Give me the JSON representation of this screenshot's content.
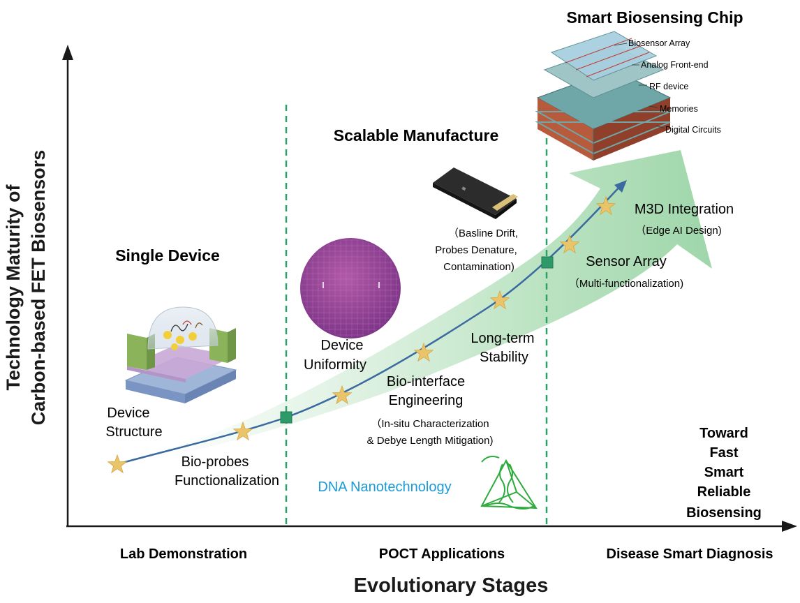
{
  "axes": {
    "y_label_line1": "Technology Maturity of",
    "y_label_line2": "Carbon-based FET Biosensors",
    "x_label": "Evolutionary Stages"
  },
  "stages": [
    {
      "label": "Lab Demonstration"
    },
    {
      "label": "POCT Applications"
    },
    {
      "label": "Disease Smart Diagnosis"
    }
  ],
  "section_titles": {
    "single": "Single Device",
    "scalable": "Scalable Manufacture",
    "smart": "Smart Biosensing Chip"
  },
  "milestones": {
    "device_structure": [
      "Device",
      "Structure"
    ],
    "bio_probes": [
      "Bio-probes",
      "Functionalization"
    ],
    "device_uniformity": [
      "Device",
      "Uniformity"
    ],
    "bio_interface": [
      "Bio-interface",
      "Engineering"
    ],
    "bio_interface_note": [
      "（In-situ Characterization",
      "& Debye Length Mitigation)"
    ],
    "long_term": [
      "Long-term",
      "Stability"
    ],
    "challenges": [
      "（Basline Drift,",
      "Probes Denature,",
      "Contamination)"
    ],
    "sensor_array": "Sensor Array",
    "sensor_array_note": "（Multi-functionalization)",
    "m3d": "M3D Integration",
    "m3d_note": "（Edge AI Design)"
  },
  "dna_label": "DNA Nanotechnology",
  "chip_layers": [
    "Biosensor Array",
    "Analog Front-end",
    "RF device",
    "Memories",
    "Digital Circuits"
  ],
  "toward": [
    "Toward",
    "Fast",
    "Smart",
    "Reliable",
    "Biosensing"
  ],
  "colors": {
    "star": "#e9c46a",
    "curve": "#3b6aa0",
    "marker": "#2e9a6a",
    "divider": "#2aa36a",
    "arrow_fill": "#b9e2c0",
    "dna": "#2dab3c",
    "dna_text": "#1a9ad6"
  }
}
